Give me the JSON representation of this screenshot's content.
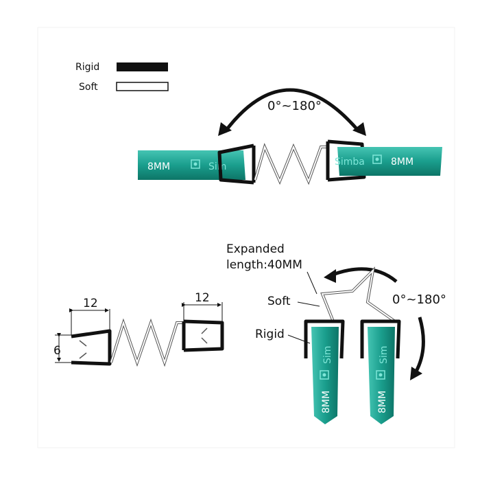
{
  "legend": {
    "rigid_label": "Rigid",
    "soft_label": "Soft"
  },
  "top": {
    "angle_label": "0°~180°",
    "left_glass": {
      "thickness": "8MM",
      "brand": "Sim"
    },
    "right_glass": {
      "thickness": "8MM",
      "brand": "Simba"
    }
  },
  "bottom_left": {
    "width_left": "12",
    "width_right": "12",
    "height": "6"
  },
  "bottom_right": {
    "expanded_label_line1": "Expanded",
    "expanded_label_line2": "length:40MM",
    "soft_label": "Soft",
    "rigid_label": "Rigid",
    "angle_label": "0°~180°",
    "left_glass": {
      "thickness": "8MM",
      "brand": "Sim"
    },
    "right_glass": {
      "thickness": "8MM",
      "brand": "Sim"
    }
  },
  "colors": {
    "glass": "#1a9e8d",
    "glass_dark": "#0f7a6c",
    "rigid": "#111111",
    "soft": "#ffffff"
  }
}
